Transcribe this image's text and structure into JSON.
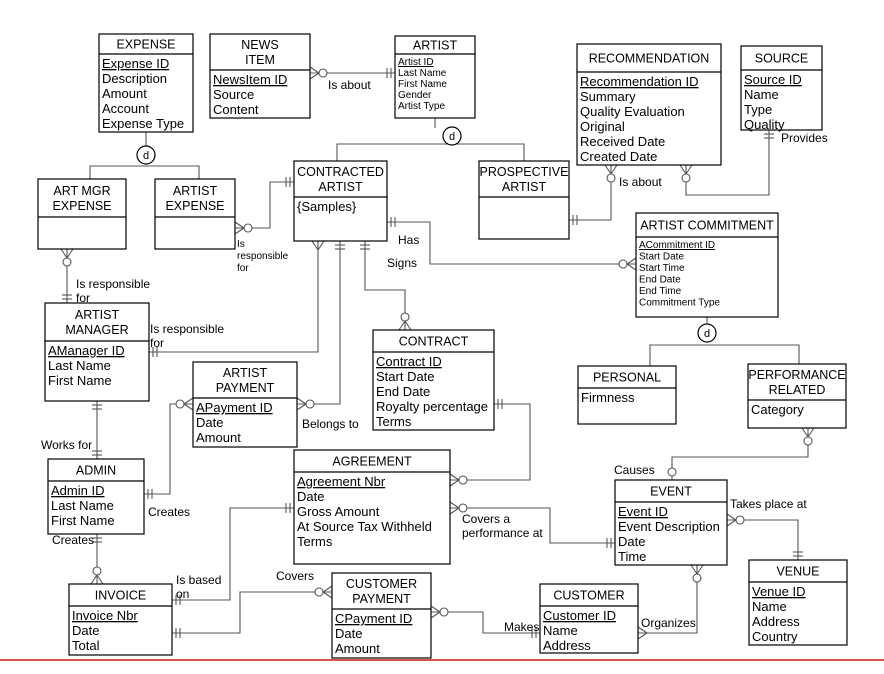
{
  "entities": [
    {
      "id": "expense",
      "title": [
        "EXPENSE"
      ],
      "attrs": [
        {
          "text": "Expense ID",
          "key": true
        },
        {
          "text": "Description"
        },
        {
          "text": "Amount"
        },
        {
          "text": "Account"
        },
        {
          "text": "Expense Type"
        }
      ]
    },
    {
      "id": "news-item",
      "title": [
        "NEWS",
        "ITEM"
      ],
      "attrs": [
        {
          "text": "NewsItem ID",
          "key": true
        },
        {
          "text": "Source"
        },
        {
          "text": "Content"
        }
      ]
    },
    {
      "id": "artist",
      "title": [
        "ARTIST"
      ],
      "attrs": [
        {
          "text": "Artist ID",
          "key": true
        },
        {
          "text": "Last Name"
        },
        {
          "text": "First Name"
        },
        {
          "text": "Gender"
        },
        {
          "text": "Artist Type"
        }
      ]
    },
    {
      "id": "recommendation",
      "title": [
        "RECOMMENDATION"
      ],
      "attrs": [
        {
          "text": "Recommendation ID",
          "key": true
        },
        {
          "text": "Summary"
        },
        {
          "text": "Quality Evaluation"
        },
        {
          "text": "Original"
        },
        {
          "text": "Received Date"
        },
        {
          "text": "Created Date"
        }
      ]
    },
    {
      "id": "source",
      "title": [
        "SOURCE"
      ],
      "attrs": [
        {
          "text": "Source ID",
          "key": true
        },
        {
          "text": "Name"
        },
        {
          "text": "Type"
        },
        {
          "text": "Quality"
        }
      ]
    },
    {
      "id": "art-mgr-expense",
      "title": [
        "ART MGR",
        "EXPENSE"
      ],
      "attrs": []
    },
    {
      "id": "artist-expense",
      "title": [
        "ARTIST",
        "EXPENSE"
      ],
      "attrs": []
    },
    {
      "id": "contracted-artist",
      "title": [
        "CONTRACTED",
        "ARTIST"
      ],
      "attrs": [
        {
          "text": "{Samples}"
        }
      ]
    },
    {
      "id": "prospective-artist",
      "title": [
        "PROSPECTIVE",
        "ARTIST"
      ],
      "attrs": []
    },
    {
      "id": "artist-commitment",
      "title": [
        "ARTIST COMMITMENT"
      ],
      "attrs": [
        {
          "text": "ACommitment ID",
          "key": true
        },
        {
          "text": "Start Date"
        },
        {
          "text": "Start Time"
        },
        {
          "text": "End Date"
        },
        {
          "text": "End Time"
        },
        {
          "text": "Commitment Type"
        }
      ]
    },
    {
      "id": "artist-manager",
      "title": [
        "ARTIST",
        "MANAGER"
      ],
      "attrs": [
        {
          "text": "AManager ID",
          "key": true
        },
        {
          "text": "Last Name"
        },
        {
          "text": "First Name"
        }
      ]
    },
    {
      "id": "contract",
      "title": [
        "CONTRACT"
      ],
      "attrs": [
        {
          "text": "Contract ID",
          "key": true
        },
        {
          "text": "Start Date"
        },
        {
          "text": "End Date"
        },
        {
          "text": "Royalty percentage"
        },
        {
          "text": "Terms"
        }
      ]
    },
    {
      "id": "artist-payment",
      "title": [
        "ARTIST",
        "PAYMENT"
      ],
      "attrs": [
        {
          "text": "APayment ID",
          "key": true
        },
        {
          "text": "Date"
        },
        {
          "text": "Amount"
        }
      ]
    },
    {
      "id": "personal",
      "title": [
        "PERSONAL"
      ],
      "attrs": [
        {
          "text": "Firmness"
        }
      ]
    },
    {
      "id": "performance-related",
      "title": [
        "PERFORMANCE",
        "RELATED"
      ],
      "attrs": [
        {
          "text": "Category"
        }
      ]
    },
    {
      "id": "admin",
      "title": [
        "ADMIN"
      ],
      "attrs": [
        {
          "text": "Admin ID",
          "key": true
        },
        {
          "text": "Last Name"
        },
        {
          "text": "First Name"
        }
      ]
    },
    {
      "id": "agreement",
      "title": [
        "AGREEMENT"
      ],
      "attrs": [
        {
          "text": "Agreement Nbr",
          "key": true
        },
        {
          "text": "Date"
        },
        {
          "text": "Gross Amount"
        },
        {
          "text": "At Source Tax Withheld"
        },
        {
          "text": "Terms"
        }
      ]
    },
    {
      "id": "event",
      "title": [
        "EVENT"
      ],
      "attrs": [
        {
          "text": "Event ID",
          "key": true
        },
        {
          "text": "Event Description"
        },
        {
          "text": "Date"
        },
        {
          "text": "Time"
        }
      ]
    },
    {
      "id": "venue",
      "title": [
        "VENUE"
      ],
      "attrs": [
        {
          "text": "Venue ID",
          "key": true
        },
        {
          "text": "Name"
        },
        {
          "text": "Address"
        },
        {
          "text": "Country"
        }
      ]
    },
    {
      "id": "invoice",
      "title": [
        "INVOICE"
      ],
      "attrs": [
        {
          "text": "Invoice Nbr",
          "key": true
        },
        {
          "text": "Date"
        },
        {
          "text": "Total"
        }
      ]
    },
    {
      "id": "customer-payment",
      "title": [
        "CUSTOMER",
        "PAYMENT"
      ],
      "attrs": [
        {
          "text": "CPayment ID",
          "key": true
        },
        {
          "text": "Date"
        },
        {
          "text": "Amount"
        }
      ]
    },
    {
      "id": "customer",
      "title": [
        "CUSTOMER"
      ],
      "attrs": [
        {
          "text": "Customer ID",
          "key": true
        },
        {
          "text": "Name"
        },
        {
          "text": "Address"
        }
      ]
    }
  ],
  "disjoint_symbol": "d",
  "relationship_labels": [
    {
      "id": "is-about-news",
      "text": "Is about"
    },
    {
      "id": "provides",
      "text": "Provides"
    },
    {
      "id": "is-about-rec",
      "text": "Is about"
    },
    {
      "id": "has",
      "text": "Has"
    },
    {
      "id": "signs",
      "text": "Signs"
    },
    {
      "id": "is-responsible-for-expense",
      "text": "Is responsible for"
    },
    {
      "id": "is-responsible-for-mgr-expense",
      "text": "Is responsible for"
    },
    {
      "id": "is-responsible-for-artist",
      "text": "Is responsible for"
    },
    {
      "id": "belongs-to",
      "text": "Belongs to"
    },
    {
      "id": "works-for",
      "text": "Works for"
    },
    {
      "id": "creates-payment",
      "text": "Creates"
    },
    {
      "id": "creates-invoice",
      "text": "Creates"
    },
    {
      "id": "causes",
      "text": "Causes"
    },
    {
      "id": "takes-place-at",
      "text": "Takes place at"
    },
    {
      "id": "covers-performance",
      "text": "Covers a performance at"
    },
    {
      "id": "is-based-on",
      "text": "Is based on"
    },
    {
      "id": "covers",
      "text": "Covers"
    },
    {
      "id": "makes",
      "text": "Makes"
    },
    {
      "id": "organizes",
      "text": "Organizes"
    }
  ]
}
